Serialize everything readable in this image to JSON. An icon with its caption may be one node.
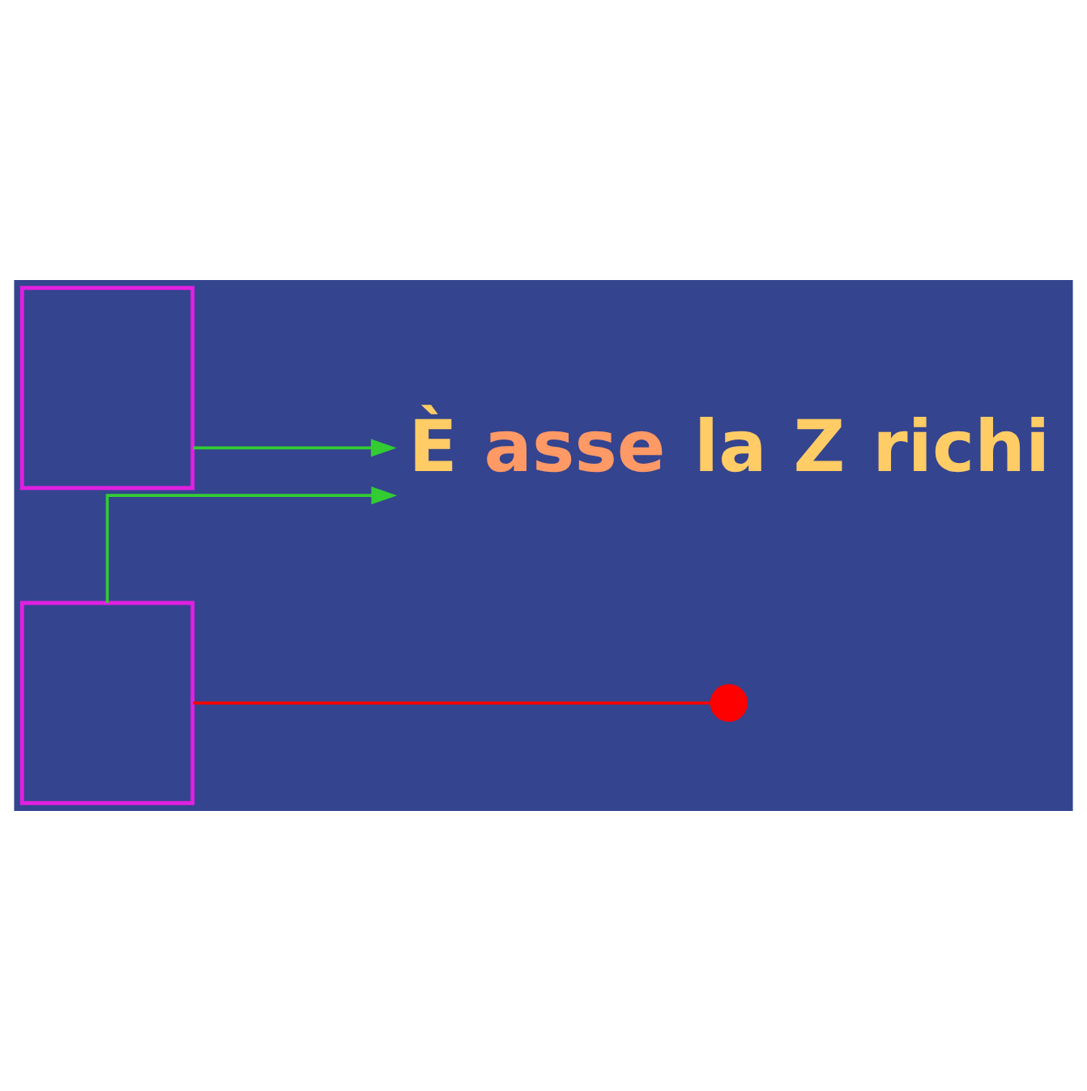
{
  "diagram": {
    "nodes": [
      {
        "text": [],
        "shape": "box"
      },
      {
        "text": [],
        "shape": "box"
      },
      {
        "text": [],
        "shape": "circle"
      },
      {
        "text": [
          "È asse la Z richi"
        ]
      }
    ],
    "edges": [
      {
        "from": 0,
        "to": 3,
        "arrow": "to"
      },
      {
        "from": 1,
        "to": 2,
        "arrow": "none",
        "color": "#ff0000"
      },
      {
        "from": 1,
        "to": 3,
        "arrow": "to"
      }
    ]
  }
}
